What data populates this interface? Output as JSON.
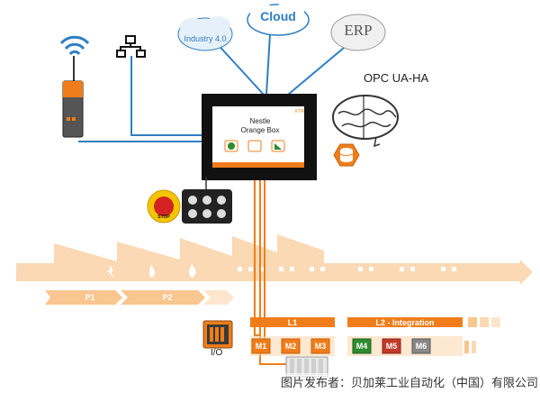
{
  "cloud_labels": {
    "cloud": "Cloud",
    "industry": "Industry 4.0",
    "erp": "ERP"
  },
  "opc_label": "OPC UA-HA",
  "hmi": {
    "line1": "Nestle",
    "line2": "Orange Box",
    "corner": "KTR"
  },
  "emergency_stop": "STOP",
  "process_steps": [
    "P1",
    "P2"
  ],
  "line_labels": {
    "l1": "L1",
    "l2": "L2 - Integration"
  },
  "machines": [
    "M1",
    "M2",
    "M3",
    "M4",
    "M5",
    "M6"
  ],
  "io_label": "I/O",
  "caption": "图片发布者：贝加莱工业自动化（中国）有限公司",
  "colors": {
    "orange": "#f07d19",
    "orange_light": "#fbd9b4",
    "blue_line": "#2e7fc2",
    "green": "#2e8b2e",
    "red": "#c0392b",
    "grey": "#888888"
  }
}
